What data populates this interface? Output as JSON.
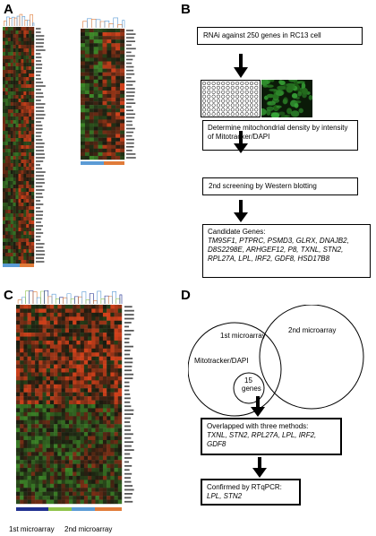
{
  "panels": {
    "a": "A",
    "b": "B",
    "c": "C",
    "d": "D"
  },
  "flow_b": {
    "step1": "RNAi against 250 genes in RC13 cell",
    "step2": "Determine mitochondrial density by intensity of Mitotracker/DAPI",
    "step3": "2nd screening by Western blotting",
    "candidates_title": "Candidate Genes:",
    "candidates_genes": "TM9SF1, PTPRC, PSMD3, GLRX, DNAJB2, D8S2298E, ARHGEF12, P8, TXNL, STN2, RPL27A, LPL, IRF2, GDF8, HSD17B8"
  },
  "panel_c": {
    "label_left": "1st microarray",
    "label_right": "2nd microarray"
  },
  "venn_d": {
    "left_label": "1st microarray",
    "right_label": "2nd microarray",
    "inner_label": "Mitotracker/DAPI",
    "overlap_count": "15",
    "overlap_unit": "genes",
    "overlap_title": "Overlapped with three methods:",
    "overlap_genes": "TXNL, STN2, RPL27A, LPL, IRF2, GDF8",
    "confirmed_title": "Confirmed by RTqPCR:",
    "confirmed_genes": "LPL, STN2"
  },
  "colors": {
    "heat_high": "#d0401a",
    "heat_low": "#3f8f2a",
    "heat_mid": "#1b1b10",
    "bar_blue": "#5b9bd5",
    "bar_orange": "#e07b39",
    "bar_navy": "#1f2f8f",
    "bar_green": "#8fc34a",
    "microscopy": "#39a83a"
  },
  "icons": {
    "plate": "well-plate-icon",
    "arrow": "down-arrow-icon"
  }
}
